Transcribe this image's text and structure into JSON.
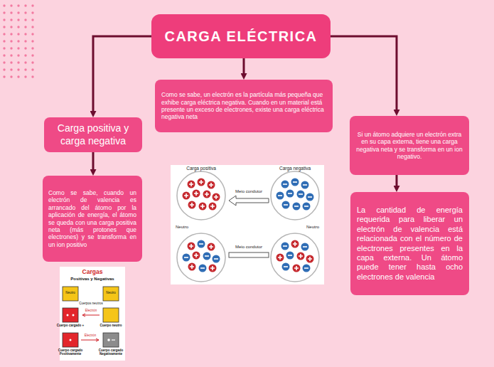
{
  "diagram": {
    "nodes": [
      {
        "text": [
          "CARGA ELÉCTRICA"
        ]
      },
      {
        "text": [
          "Carga positiva y carga negativa"
        ]
      },
      {
        "text": [
          "Como se sabe, un electrón es la partícula más pequeña que exhibe carga eléctrica negativa. Cuando en un material está presente un exceso de electrones, existe una carga eléctrica negativa neta"
        ]
      },
      {
        "text": [
          "Si un átomo adquiere un electrón extra en su capa externa, tiene una carga negativa neta y se transforma en un ion negativo."
        ]
      },
      {
        "text": [
          "Como se sabe, cuando un electrón de valencia es arrancado del átomo por la aplicación de energía, el átomo se queda con una carga positiva neta (más protones que electrones) y se transforma en un ion positivo"
        ]
      },
      {
        "text": [
          "La cantidad de energía requerida para liberar un electrón de valencia está relacionada con el número de electrones presentes en la capa externa. Un átomo puede tener hasta ocho electrones de valencia"
        ]
      }
    ],
    "edges": [
      {
        "from": 0,
        "to": 1,
        "arrow": "to"
      },
      {
        "from": 0,
        "to": 2,
        "arrow": "to"
      },
      {
        "from": 0,
        "to": 3,
        "arrow": "to"
      },
      {
        "from": 1,
        "to": 4,
        "arrow": "to"
      },
      {
        "from": 3,
        "to": 5,
        "arrow": "to"
      }
    ],
    "labels": [
      "Carga positiva",
      "Carga negativa",
      "Meio condutor",
      "Neutro",
      "Meio condutor",
      "Neutro",
      "Cargas",
      "Positivas y Negativas",
      "Neutro",
      "Neutro",
      "Cuerpos neutros",
      "Electrón",
      "Cuerpo cargado +",
      "Cuerpo neutro",
      "Electrón",
      "Cuerpo cargado Positivamente",
      "Cuerpo cargado Negativamente"
    ]
  }
}
